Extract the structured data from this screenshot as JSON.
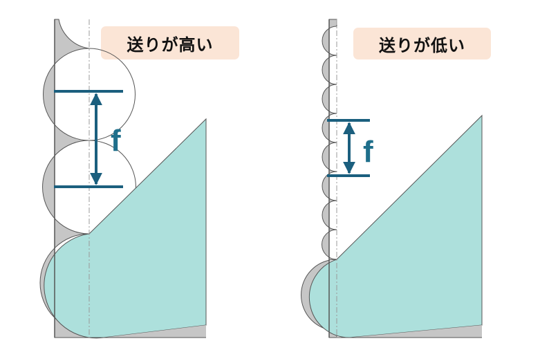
{
  "panels": [
    {
      "title": "送りが高い",
      "dimension_label": "f"
    },
    {
      "title": "送りが低い",
      "dimension_label": "f"
    }
  ],
  "colors": {
    "workpiece_fill": "#ade0dc",
    "scallop_fill": "#c6c6c6",
    "outline": "#555555",
    "dimension": "#1b5f7e",
    "title_box": "#fbe5d6"
  }
}
